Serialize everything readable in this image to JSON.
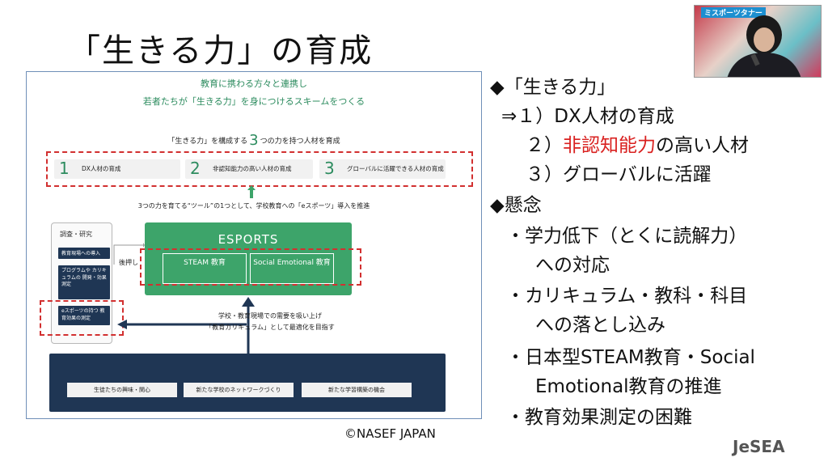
{
  "slide": {
    "title": "「生きる力」の育成",
    "credit": "©NASEF JAPAN",
    "logo": "JeSEA"
  },
  "diagram": {
    "header_line1": "教育に携わる方々と連携し",
    "header_line2": "若者たちが「生きる力」を身につけるスキームをつくる",
    "compose_pre": "「生きる力」を構成する",
    "compose_num": "3",
    "compose_post": "つの力を持つ人材を育成",
    "skills": [
      {
        "num": "1",
        "label": "DX人材の育成"
      },
      {
        "num": "2",
        "label": "非認知能力の高い人材の育成"
      },
      {
        "num": "3",
        "label": "グローバルに活躍できる人材の育成"
      }
    ],
    "tool_line": "3つの力を育てる“ツール”の1つとして、学校教育への「eスポーツ」導入を推進",
    "research": {
      "title": "調査・研究",
      "items": [
        "教育現場への導入",
        "プログラムや カリキュラムの 開発・効果測定",
        "eスポーツの持つ 教育効果の測定"
      ]
    },
    "esports": {
      "title": "ESPORTS",
      "box1": "STEAM 教育",
      "box2": "Social Emotional 教育"
    },
    "push_label": "後押し",
    "demand_line1": "学校・教育現場での需要を吸い上げ",
    "demand_line2": "「教育カリキュラム」として最適化を目指す",
    "base_items": [
      "生徒たちの興味・関心",
      "新たな学校のネットワークづくり",
      "新たな学習構築の機会"
    ]
  },
  "points": {
    "l1": "◆「生きる力」",
    "l2": "⇒１）DX人材の育成",
    "l3_pre": "２）",
    "l3_red": "非認知能力",
    "l3_post": "の高い人材",
    "l4": "３）グローバルに活躍",
    "l5": "◆懸念",
    "l6": "・学力低下（とくに読解力）",
    "l7": "への対応",
    "l8": "・カリキュラム・教科・科目",
    "l9": "への落とし込み",
    "l10": "・日本型STEAM教育・Social",
    "l11": "Emotional教育の推進",
    "l12": "・教育効果測定の困難"
  },
  "webcam": {
    "banner": "ミスポーツタナー"
  },
  "colors": {
    "green": "#3da46a",
    "navy": "#1f3654",
    "red": "#d23030"
  }
}
